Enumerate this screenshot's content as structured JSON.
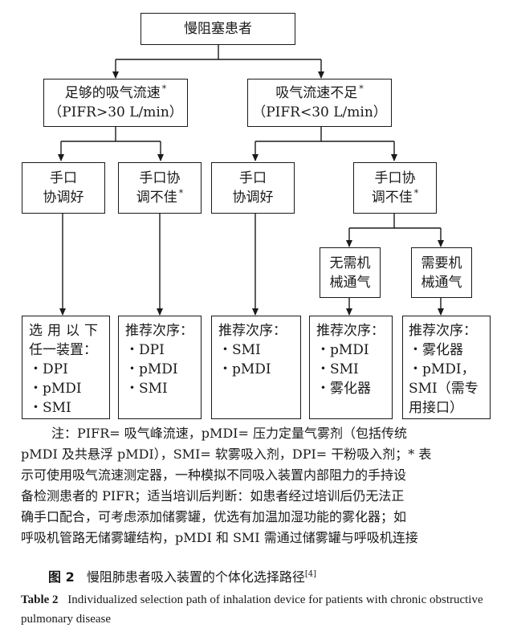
{
  "root": {
    "label": "慢阻塞患者"
  },
  "branch_left": {
    "line1": "足够的吸气流速",
    "star": "*",
    "line2": "（PIFR>30 L/min）"
  },
  "branch_right": {
    "line1": "吸气流速不足",
    "star": "*",
    "line2": "（PIFR<30 L/min）"
  },
  "coord": {
    "good_l1": "手口",
    "good_l2": "协调好",
    "poor_l1": "手口协",
    "poor_l2": "调不佳",
    "star": "*"
  },
  "vent": {
    "no_l1": "无需机",
    "no_l2": "械通气",
    "yes_l1": "需要机",
    "yes_l2": "械通气"
  },
  "results": {
    "r1": [
      "选用以下",
      "任一装置：",
      "・DPI",
      "・pMDI",
      "・SMI"
    ],
    "r2": [
      "推荐次序：",
      "・DPI",
      "・pMDI",
      "・SMI"
    ],
    "r3": [
      "推荐次序：",
      "・SMI",
      "・pMDI"
    ],
    "r4": [
      "推荐次序：",
      "・pMDI",
      "・SMI",
      "・雾化器"
    ],
    "r5": [
      "推荐次序：",
      "・雾化器",
      "・pMDI，",
      "SMI（需专",
      "用接口）"
    ]
  },
  "note": {
    "lines": [
      "注：PIFR= 吸气峰流速，pMDI= 压力定量气雾剂（包括传统",
      "pMDI 及共悬浮 pMDI），SMI= 软雾吸入剂，DPI= 干粉吸入剂；* 表",
      "示可使用吸气流速测定器，一种模拟不同吸入装置内部阻力的手持设",
      "备检测患者的 PIFR；适当培训后判断：如患者经过培训后仍无法正",
      "确手口配合，可考虑添加储雾罐，优选有加温加湿功能的雾化器；如",
      "呼吸机管路无储雾罐结构，pMDI 和 SMI 需通过储雾罐与呼吸机连接"
    ]
  },
  "caption": {
    "label": "图 2",
    "text": "慢阻肺患者吸入装置的个体化选择路径",
    "ref": "[4]",
    "en_label": "Table 2",
    "en_text": "Individualized selection path of inhalation device for patients with chronic obstructive pulmonary disease"
  }
}
